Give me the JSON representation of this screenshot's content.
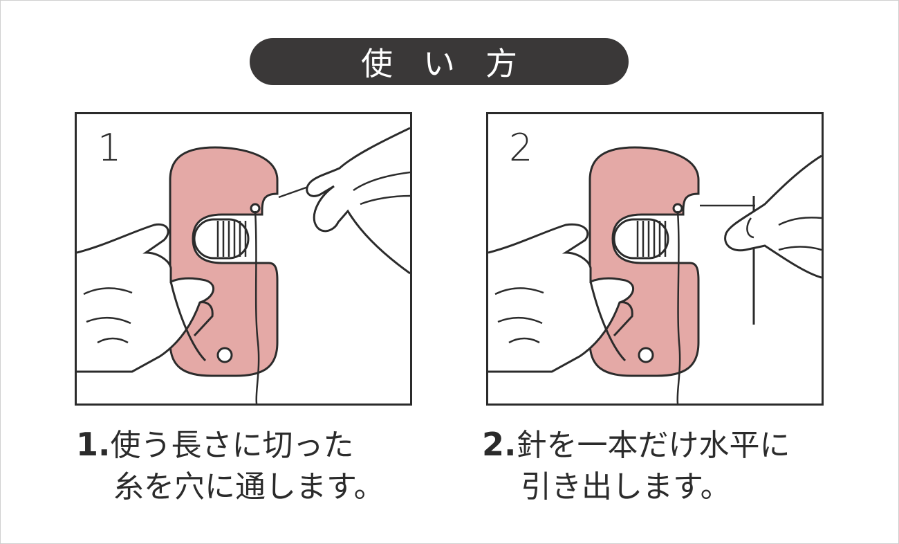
{
  "title": "使い方",
  "colors": {
    "pill": "#3a3838",
    "tool": "#e4a9a6",
    "line": "#2b2b2b"
  },
  "steps": [
    {
      "panel_number": "1",
      "step_label": "1.",
      "caption_line1": "使う長さに切った",
      "caption_line2": "糸を穴に通します。"
    },
    {
      "panel_number": "2",
      "step_label": "2.",
      "caption_line1": "針を一本だけ水平に",
      "caption_line2": "引き出します。"
    }
  ]
}
